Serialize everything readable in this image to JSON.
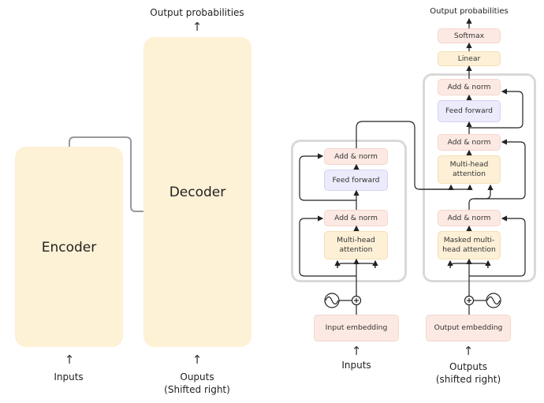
{
  "left": {
    "output_label": "Output probabilities",
    "encoder_label": "Encoder",
    "decoder_label": "Decoder",
    "inputs_label": "Inputs",
    "outputs_label_line1": "Ouputs",
    "outputs_label_line2": "(Shifted right)",
    "arrow": "↑"
  },
  "right": {
    "output_label": "Output probabilities",
    "softmax": "Softmax",
    "linear": "Linear",
    "encoder": {
      "add_norm_top": "Add & norm",
      "feed_forward": "Feed forward",
      "add_norm_bottom": "Add & norm",
      "attention_line1": "Multi-head",
      "attention_line2": "attention",
      "embedding": "Input embedding",
      "inputs_label": "Inputs"
    },
    "decoder": {
      "add_norm_top": "Add & norm",
      "feed_forward": "Feed forward",
      "add_norm_mid": "Add & norm",
      "cross_attention_line1": "Multi-head",
      "cross_attention_line2": "attention",
      "add_norm_bottom": "Add & norm",
      "masked_attention_line1": "Masked multi-",
      "masked_attention_line2": "head attention",
      "embedding": "Output embedding",
      "outputs_label_line1": "Outputs",
      "outputs_label_line2": "(shifted right)"
    },
    "plus_symbol": "+",
    "arrow": "↑"
  },
  "colors": {
    "block_fill": "#fdf1d6",
    "add_norm_fill": "#fce9e3",
    "attention_fill": "#fdf0d7",
    "feed_forward_fill": "#ecebfb",
    "stack_border": "#d9d9d9"
  },
  "icons": [
    "positional-encoding-sine-icon",
    "add-circle-icon",
    "up-arrow-icon"
  ]
}
